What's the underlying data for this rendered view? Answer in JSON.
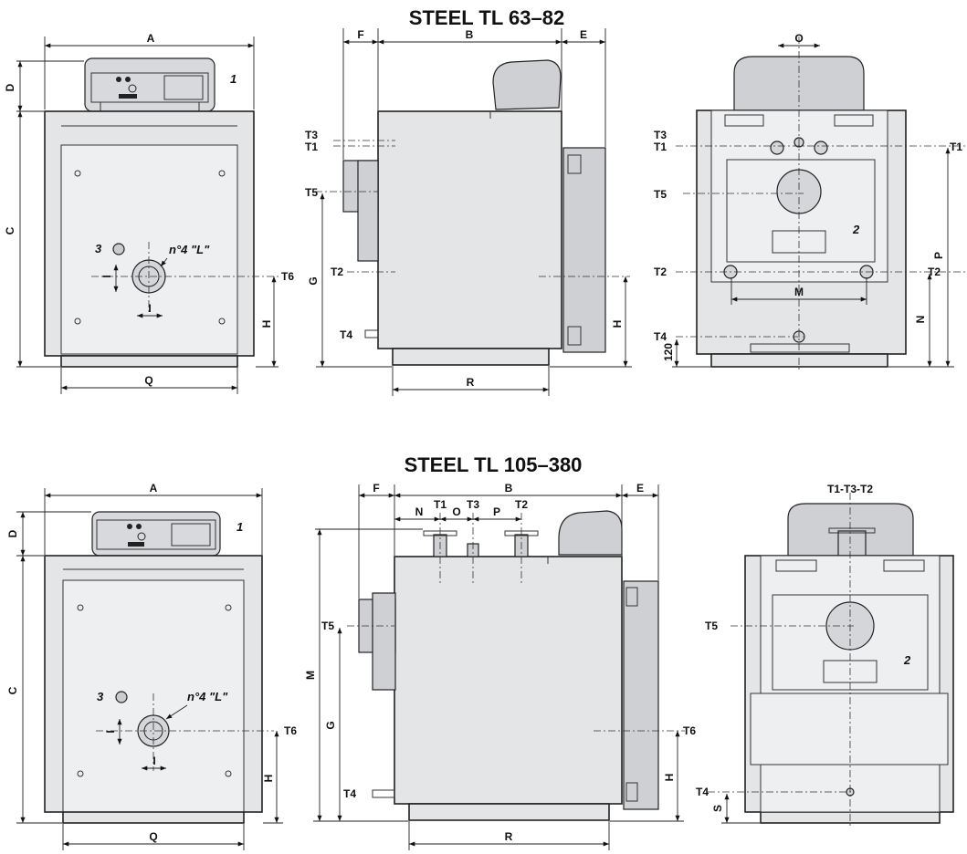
{
  "titles": {
    "top": "STEEL TL 63–82",
    "bottom": "STEEL TL 105–380"
  },
  "dims": {
    "A": "A",
    "B": "B",
    "C": "C",
    "D": "D",
    "E": "E",
    "F": "F",
    "G": "G",
    "H": "H",
    "I": "I",
    "M": "M",
    "N": "N",
    "O": "O",
    "P": "P",
    "Q": "Q",
    "R": "R",
    "S": "S"
  },
  "connections": {
    "T1": "T1",
    "T2": "T2",
    "T3": "T3",
    "T4": "T4",
    "T5": "T5",
    "T6": "T6",
    "T1T3T2": "T1-T3-T2"
  },
  "callouts": {
    "c1": "1",
    "c2": "2",
    "c3": "3",
    "bolts": "n°4 \"L\"",
    "h120": "120"
  }
}
